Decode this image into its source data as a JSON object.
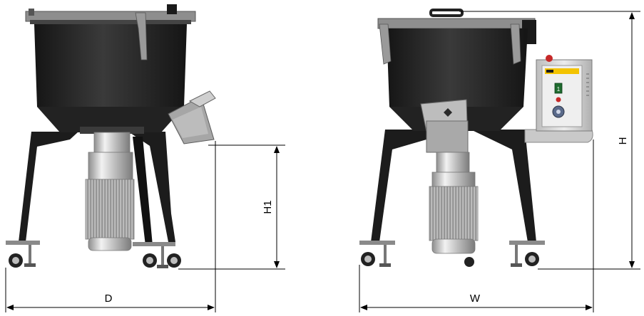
{
  "dimensions": {
    "depth_label": "D",
    "width_label": "W",
    "height_label": "H",
    "outlet_height_label": "H1"
  },
  "control_panel": {
    "button_label": "1"
  },
  "colors": {
    "hopper": "#2a2a2a",
    "legs": "#1f1f1f",
    "steel": "#cfcfcf",
    "panel": "#d9d9d9",
    "dimension_line": "#000000",
    "accent_red": "#c62828",
    "accent_green": "#1e6b2e",
    "brand_yellow": "#f3c300"
  }
}
